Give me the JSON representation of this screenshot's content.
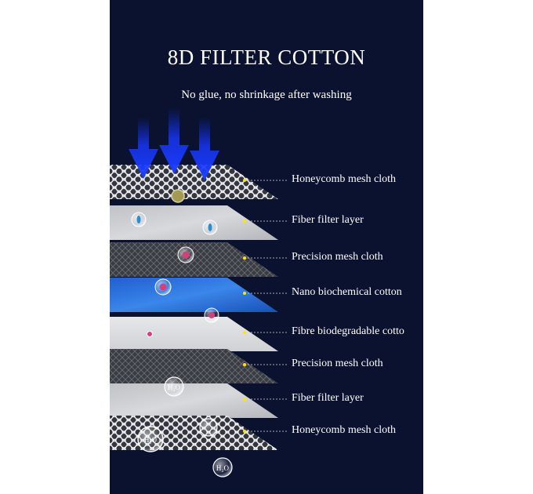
{
  "title": "8D FILTER COTTON",
  "subtitle": "No glue, no shrinkage after washing",
  "layers": [
    {
      "label": "Honeycomb mesh cloth",
      "kind": "honeycomb"
    },
    {
      "label": "Fiber filter layer",
      "kind": "fiber"
    },
    {
      "label": "Precision mesh cloth",
      "kind": "mesh"
    },
    {
      "label": "Nano biochemical cotton",
      "kind": "nano"
    },
    {
      "label": "Fibre biodegradable cotto",
      "kind": "bio"
    },
    {
      "label": "Precision mesh cloth",
      "kind": "mesh"
    },
    {
      "label": "Fiber filter layer",
      "kind": "fiber"
    },
    {
      "label": "Honeycomb mesh cloth",
      "kind": "honeycomb"
    }
  ],
  "bubbles": [
    "H₂O",
    "H₂O",
    "H₂O"
  ],
  "colors": {
    "background": "#0b1230",
    "arrow": "#1030ff",
    "leader_dot": "#ffe600",
    "nano_blue": "#2b6fd8"
  }
}
